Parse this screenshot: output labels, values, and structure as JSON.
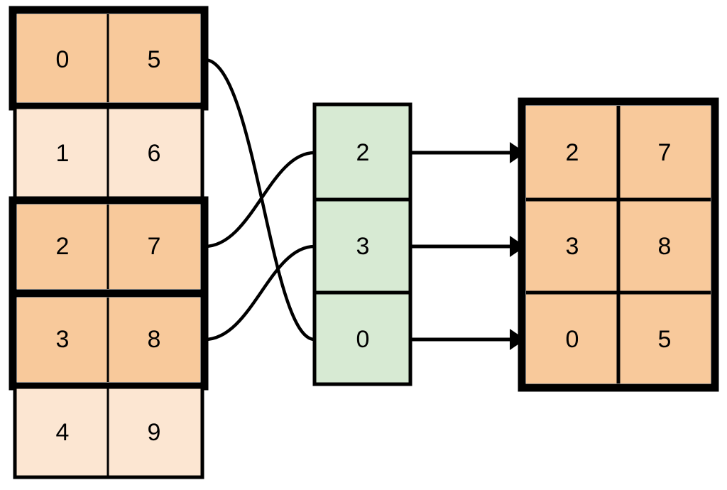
{
  "diagram": {
    "type": "table-gather-diagram",
    "background_color": "#ffffff",
    "palette": {
      "highlight_orange": "#f8c99b",
      "plain_orange": "#fce6d2",
      "index_green": "#d7ead3",
      "border": "#000000"
    },
    "source_table": {
      "name": "source-table",
      "columns": 2,
      "rows": [
        {
          "index": 0,
          "cells": [
            "0",
            "5"
          ],
          "highlighted": true
        },
        {
          "index": 1,
          "cells": [
            "1",
            "6"
          ],
          "highlighted": false
        },
        {
          "index": 2,
          "cells": [
            "2",
            "7"
          ],
          "highlighted": true
        },
        {
          "index": 3,
          "cells": [
            "3",
            "8"
          ],
          "highlighted": true
        },
        {
          "index": 4,
          "cells": [
            "4",
            "9"
          ],
          "highlighted": false
        }
      ]
    },
    "index_column": {
      "name": "index-column",
      "rows": [
        {
          "position": 0,
          "value": "2"
        },
        {
          "position": 1,
          "value": "3"
        },
        {
          "position": 2,
          "value": "0"
        }
      ]
    },
    "result_table": {
      "name": "result-table",
      "columns": 2,
      "rows": [
        {
          "position": 0,
          "cells": [
            "2",
            "7"
          ]
        },
        {
          "position": 1,
          "cells": [
            "3",
            "8"
          ]
        },
        {
          "position": 2,
          "cells": [
            "0",
            "5"
          ]
        }
      ]
    },
    "connectors": [
      {
        "from_source_row": 0,
        "to_index_position": 2
      },
      {
        "from_source_row": 2,
        "to_index_position": 0
      },
      {
        "from_source_row": 3,
        "to_index_position": 1
      }
    ],
    "arrows": [
      {
        "from_index_position": 0,
        "to_result_row": 0
      },
      {
        "from_index_position": 1,
        "to_result_row": 1
      },
      {
        "from_index_position": 2,
        "to_result_row": 2
      }
    ]
  }
}
